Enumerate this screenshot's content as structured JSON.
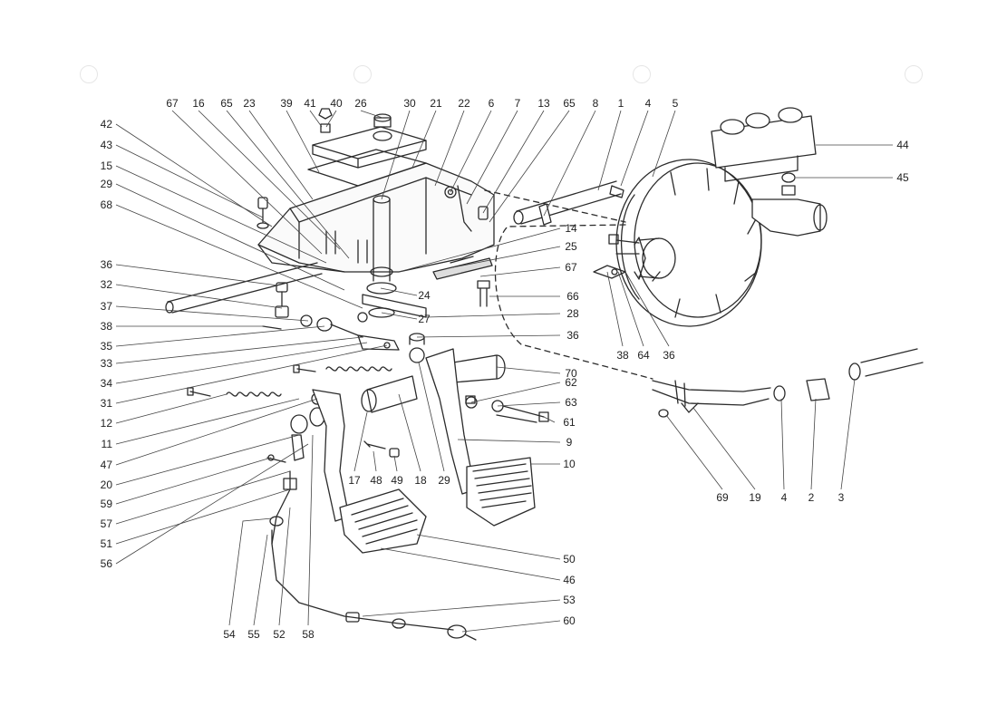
{
  "diagram": {
    "callouts_top": [
      "67",
      "16",
      "65",
      "23",
      "39",
      "41",
      "40",
      "26",
      "30",
      "21",
      "22",
      "6",
      "7",
      "13",
      "65",
      "8",
      "1",
      "4",
      "5"
    ],
    "callouts_left": [
      "42",
      "43",
      "15",
      "29",
      "68",
      "36",
      "32",
      "37",
      "38",
      "35",
      "33",
      "34",
      "31",
      "12",
      "11",
      "47",
      "20",
      "59",
      "57",
      "51",
      "56"
    ],
    "callouts_middle": [
      "14",
      "25",
      "67",
      "24",
      "66",
      "27",
      "28",
      "36",
      "70",
      "62",
      "63",
      "61",
      "9",
      "10",
      "17",
      "48",
      "49",
      "18",
      "29",
      "50",
      "46",
      "53",
      "60"
    ],
    "callouts_bottom": [
      "54",
      "55",
      "52",
      "58",
      "38",
      "64",
      "36",
      "69",
      "19",
      "4",
      "2",
      "3"
    ],
    "callouts_right": [
      "44",
      "45"
    ]
  }
}
